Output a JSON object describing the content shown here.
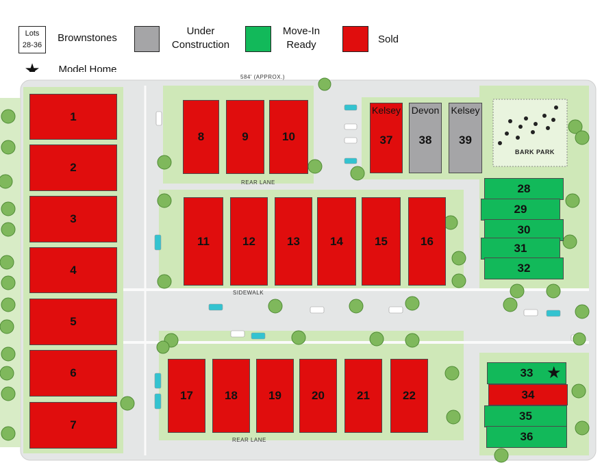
{
  "legend": {
    "lots_box_line1": "Lots",
    "lots_box_line2": "28-36",
    "brownstones": "Brownstones",
    "under_construction": "Under Construction",
    "move_in_ready": "Move-In Ready",
    "sold": "Sold",
    "model_home": "Model Home",
    "star_symbol": "★"
  },
  "colors": {
    "sold": "#e00d0d",
    "move_in_ready": "#12b95a",
    "under_construction": "#a5a5a7",
    "grass": "#cfe8b8",
    "road": "#e4e6e6"
  },
  "map_labels": {
    "dimension": "584' (APPROX.)",
    "rear_lane_top": "REAR LANE",
    "sidewalk": "SIDEWALK",
    "rear_lane_bottom": "REAR LANE",
    "bark_park": "BARK PARK"
  },
  "lots": [
    {
      "number": "1",
      "status": "sold"
    },
    {
      "number": "2",
      "status": "sold"
    },
    {
      "number": "3",
      "status": "sold"
    },
    {
      "number": "4",
      "status": "sold"
    },
    {
      "number": "5",
      "status": "sold"
    },
    {
      "number": "6",
      "status": "sold"
    },
    {
      "number": "7",
      "status": "sold"
    },
    {
      "number": "8",
      "status": "sold"
    },
    {
      "number": "9",
      "status": "sold"
    },
    {
      "number": "10",
      "status": "sold"
    },
    {
      "number": "11",
      "status": "sold"
    },
    {
      "number": "12",
      "status": "sold"
    },
    {
      "number": "13",
      "status": "sold"
    },
    {
      "number": "14",
      "status": "sold"
    },
    {
      "number": "15",
      "status": "sold"
    },
    {
      "number": "16",
      "status": "sold"
    },
    {
      "number": "17",
      "status": "sold"
    },
    {
      "number": "18",
      "status": "sold"
    },
    {
      "number": "19",
      "status": "sold"
    },
    {
      "number": "20",
      "status": "sold"
    },
    {
      "number": "21",
      "status": "sold"
    },
    {
      "number": "22",
      "status": "sold"
    },
    {
      "number": "28",
      "status": "move_in_ready"
    },
    {
      "number": "29",
      "status": "move_in_ready"
    },
    {
      "number": "30",
      "status": "move_in_ready"
    },
    {
      "number": "31",
      "status": "move_in_ready"
    },
    {
      "number": "32",
      "status": "move_in_ready"
    },
    {
      "number": "33",
      "status": "move_in_ready",
      "model_home": true
    },
    {
      "number": "34",
      "status": "sold"
    },
    {
      "number": "35",
      "status": "move_in_ready"
    },
    {
      "number": "36",
      "status": "move_in_ready"
    },
    {
      "number": "37",
      "status": "sold",
      "model": "Kelsey"
    },
    {
      "number": "38",
      "status": "under_construction",
      "model": "Devon"
    },
    {
      "number": "39",
      "status": "under_construction",
      "model": "Kelsey"
    }
  ]
}
